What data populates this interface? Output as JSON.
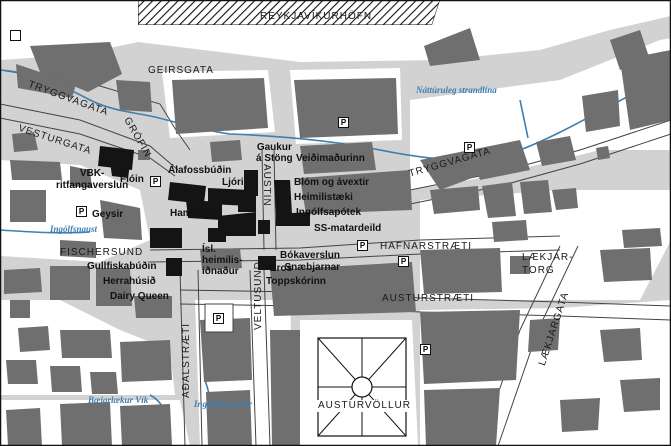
{
  "colors": {
    "background": "#d2d2d2",
    "building": "#6f6f6f",
    "highlight": "#141414",
    "water": "#3d7fb0",
    "land": "#ffffff"
  },
  "streets": {
    "harbour": "REYKJAVÍKURHÖFN",
    "geirsgata": "GEIRSGATA",
    "tryggvagata_west": "TRYGGVAGATA",
    "tryggvagata_east": "TRYGGVAGATA",
    "vesturgata": "VESTURGATA",
    "grofin": "GRÓFIN",
    "austin": "AUSTIN",
    "hafnarstraeti": "HAFNARSTRÆTI",
    "fischersund": "FISCHERSUND",
    "lakjartorg": "LÆKJAR-\nTORG",
    "austurstraeti": "AUSTURSTRÆTI",
    "aðalstraeti": "AÐALSTRÆTI",
    "veltusund": "VELTUSUND",
    "lakjargata": "LÆKJARGATA",
    "austurvollur": "AUSTURVÖLLUR"
  },
  "water_labels": {
    "shoreline": "Náttúruleg strandlína",
    "ingolfsnaust": "Ingólfsnaust",
    "vik": "Bæjarlækur Vík",
    "ingolfsbrunnur": "Ingólfsbrunnur"
  },
  "shops": {
    "vbk": "VBK-\nritfangaverslun",
    "floin": "Flóin",
    "alafoss": "Álafossbúðin",
    "ljori": "Ljóri",
    "gaukur": "Gaukur\ná Stöng",
    "veidimadurinn": "Veiðimaðurinn",
    "blom": "Blóm og ávextir",
    "heimilistaeki": "Heimilistæki",
    "ingolfsapotek": "Ingólfsapótek",
    "ss": "SS-matardeild",
    "geysir": "Geysir",
    "hamborg": "Hamborg",
    "isl_heimilis": "Ísl.\nheimilis-\niðnaður",
    "bokaverslun": "Bókaverslun\nSnæbjarnar",
    "eros": "Eros",
    "toppskorinn": "Toppskórinn",
    "gullfisk": "Gullfiskabúðin",
    "herrahusid": "Herrahúsið",
    "dairy": "Dairy Queen"
  },
  "parking": [
    "P",
    "P",
    "P",
    "P",
    "P",
    "P",
    "P",
    "P"
  ]
}
